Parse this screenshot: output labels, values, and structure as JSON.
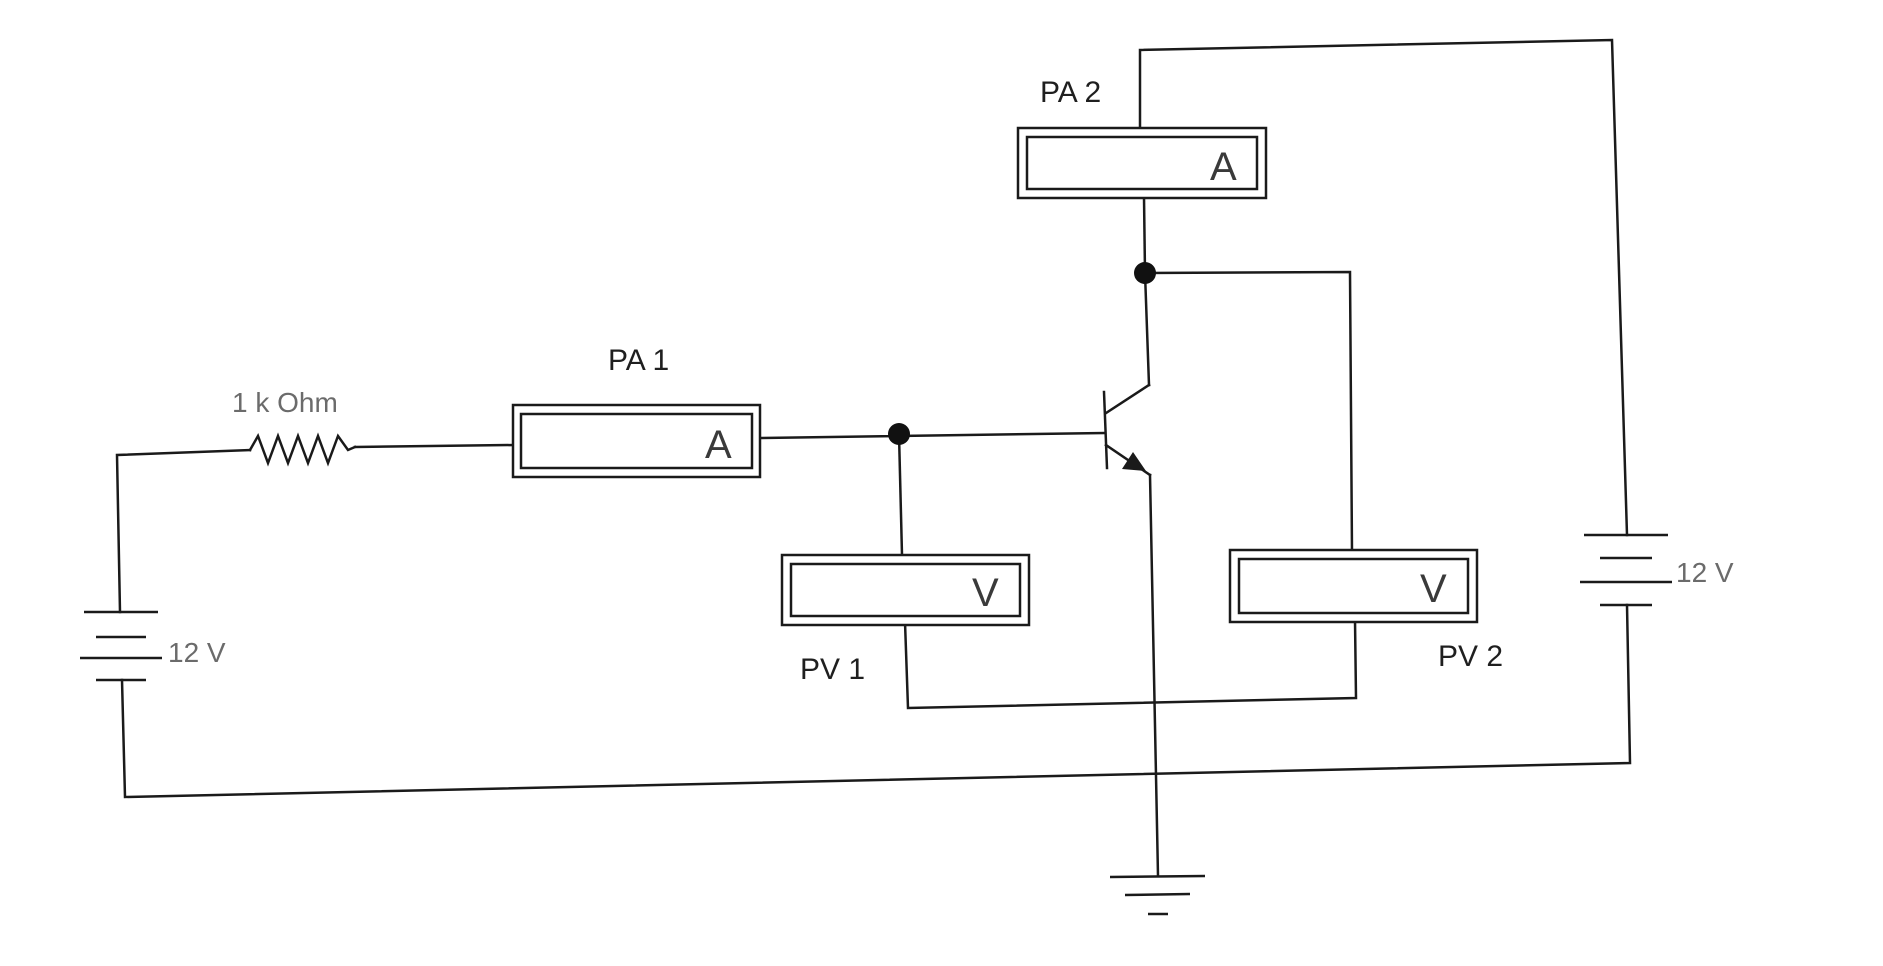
{
  "resistor": {
    "label": "1 k Ohm"
  },
  "sources": [
    {
      "id": "left",
      "label": "12 V"
    },
    {
      "id": "right",
      "label": "12 V"
    }
  ],
  "meters": [
    {
      "id": "pa1",
      "name": "PA 1",
      "symbol": "A"
    },
    {
      "id": "pa2",
      "name": "PA 2",
      "symbol": "A"
    },
    {
      "id": "pv1",
      "name": "PV 1",
      "symbol": "V"
    },
    {
      "id": "pv2",
      "name": "PV 2",
      "symbol": "V"
    }
  ],
  "colors": {
    "wire": "#1a1a1a",
    "label": "#1f1f1f",
    "secondary_label": "#6b6b6b"
  }
}
